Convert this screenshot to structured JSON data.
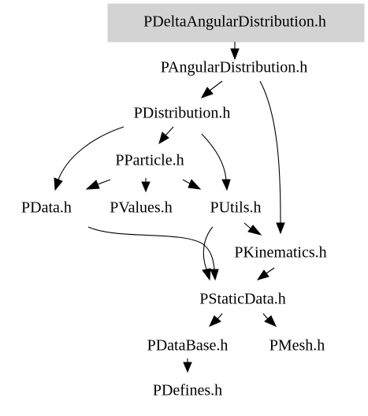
{
  "graph": {
    "nodes": [
      {
        "id": "pdelta",
        "label": "PDeltaAngularDistribution.h",
        "highlighted": true
      },
      {
        "id": "pangular",
        "label": "PAngularDistribution.h"
      },
      {
        "id": "pdistribution",
        "label": "PDistribution.h"
      },
      {
        "id": "pparticle",
        "label": "PParticle.h"
      },
      {
        "id": "pdata",
        "label": "PData.h"
      },
      {
        "id": "pvalues",
        "label": "PValues.h"
      },
      {
        "id": "putils",
        "label": "PUtils.h"
      },
      {
        "id": "pkinematics",
        "label": "PKinematics.h"
      },
      {
        "id": "pstaticdata",
        "label": "PStaticData.h"
      },
      {
        "id": "pdatabase",
        "label": "PDataBase.h"
      },
      {
        "id": "pmesh",
        "label": "PMesh.h"
      },
      {
        "id": "pdefines",
        "label": "PDefines.h"
      }
    ],
    "edges": [
      {
        "from": "pdelta",
        "to": "pangular"
      },
      {
        "from": "pangular",
        "to": "pdistribution"
      },
      {
        "from": "pangular",
        "to": "pkinematics"
      },
      {
        "from": "pdistribution",
        "to": "pparticle"
      },
      {
        "from": "pdistribution",
        "to": "pdata"
      },
      {
        "from": "pdistribution",
        "to": "putils"
      },
      {
        "from": "pparticle",
        "to": "pdata"
      },
      {
        "from": "pparticle",
        "to": "pvalues"
      },
      {
        "from": "pparticle",
        "to": "putils"
      },
      {
        "from": "pdata",
        "to": "pstaticdata"
      },
      {
        "from": "putils",
        "to": "pkinematics"
      },
      {
        "from": "putils",
        "to": "pstaticdata"
      },
      {
        "from": "pkinematics",
        "to": "pstaticdata"
      },
      {
        "from": "pstaticdata",
        "to": "pdatabase"
      },
      {
        "from": "pstaticdata",
        "to": "pmesh"
      },
      {
        "from": "pdatabase",
        "to": "pdefines"
      }
    ],
    "colors": {
      "highlight_fill": "#d3d3d3",
      "edge": "#000000",
      "text": "#000000",
      "background": "#ffffff"
    }
  }
}
